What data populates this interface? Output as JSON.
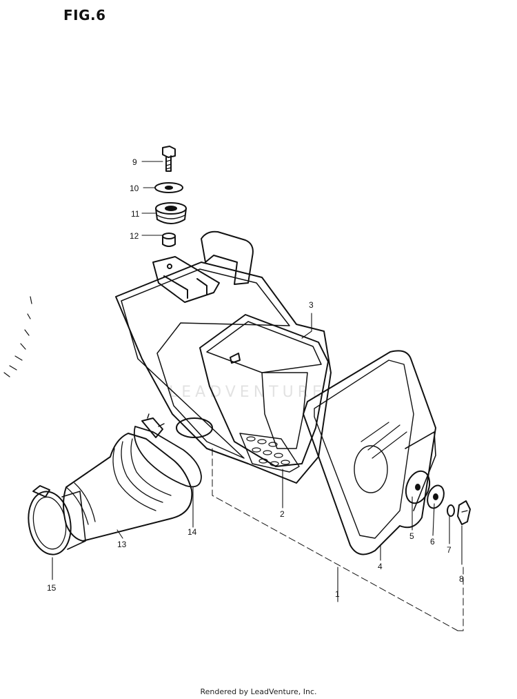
{
  "figure": {
    "title": "FIG.6"
  },
  "callouts": [
    {
      "id": "1",
      "label": "1"
    },
    {
      "id": "2",
      "label": "2"
    },
    {
      "id": "3",
      "label": "3"
    },
    {
      "id": "4",
      "label": "4"
    },
    {
      "id": "5",
      "label": "5"
    },
    {
      "id": "6",
      "label": "6"
    },
    {
      "id": "7",
      "label": "7"
    },
    {
      "id": "8",
      "label": "8"
    },
    {
      "id": "9",
      "label": "9"
    },
    {
      "id": "10",
      "label": "10"
    },
    {
      "id": "11",
      "label": "11"
    },
    {
      "id": "12",
      "label": "12"
    },
    {
      "id": "13",
      "label": "13"
    },
    {
      "id": "14",
      "label": "14"
    },
    {
      "id": "15",
      "label": "15"
    }
  ],
  "watermark": "LEADVENTURE",
  "footer": {
    "text": "Rendered by LeadVenture, Inc."
  },
  "colors": {
    "ink": "#111111",
    "paper": "#ffffff"
  }
}
